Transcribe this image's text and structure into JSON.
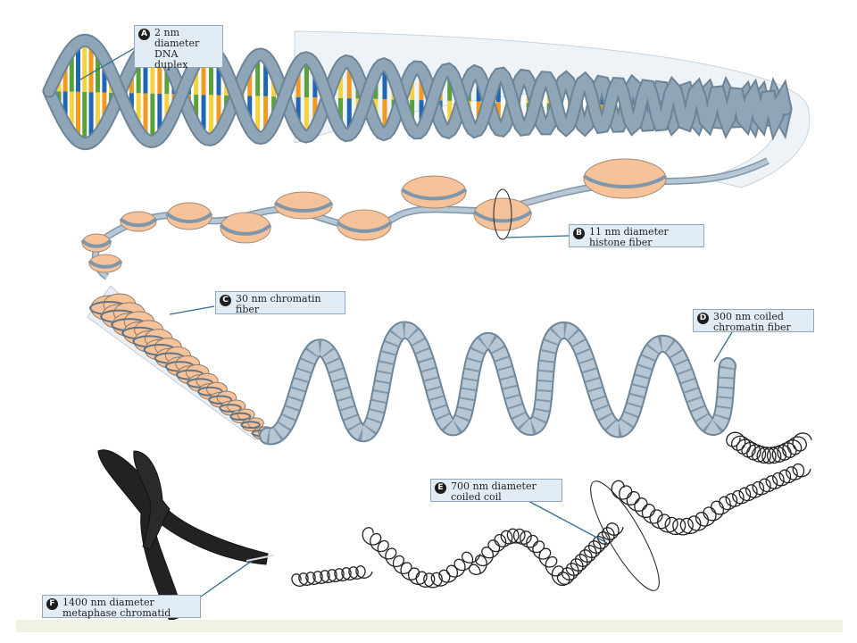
{
  "labels": [
    {
      "id": "A",
      "lines": [
        "2 nm",
        "diameter",
        "DNA",
        "duplex"
      ]
    },
    {
      "id": "B",
      "lines": [
        "11 nm diameter",
        "histone fiber"
      ]
    },
    {
      "id": "C",
      "lines": [
        "30 nm chromatin",
        "fiber"
      ]
    },
    {
      "id": "D",
      "lines": [
        "300 nm coiled",
        "chromatin fiber"
      ]
    },
    {
      "id": "E",
      "lines": [
        "700 nm diameter",
        "coiled coil"
      ]
    },
    {
      "id": "F",
      "lines": [
        "1400 nm diameter",
        "metaphase chromatid"
      ]
    }
  ],
  "colors": {
    "dna_backbone": "#8fa5b8",
    "base_orange": "#f39a1e",
    "base_green": "#5aa13a",
    "base_blue": "#1f66b3",
    "base_yellow": "#f6d33c",
    "histone": "#f6c29a",
    "fiber": "#b7c7d4",
    "chromatid": "#222222",
    "callout_bg": "#e2ecf4"
  }
}
